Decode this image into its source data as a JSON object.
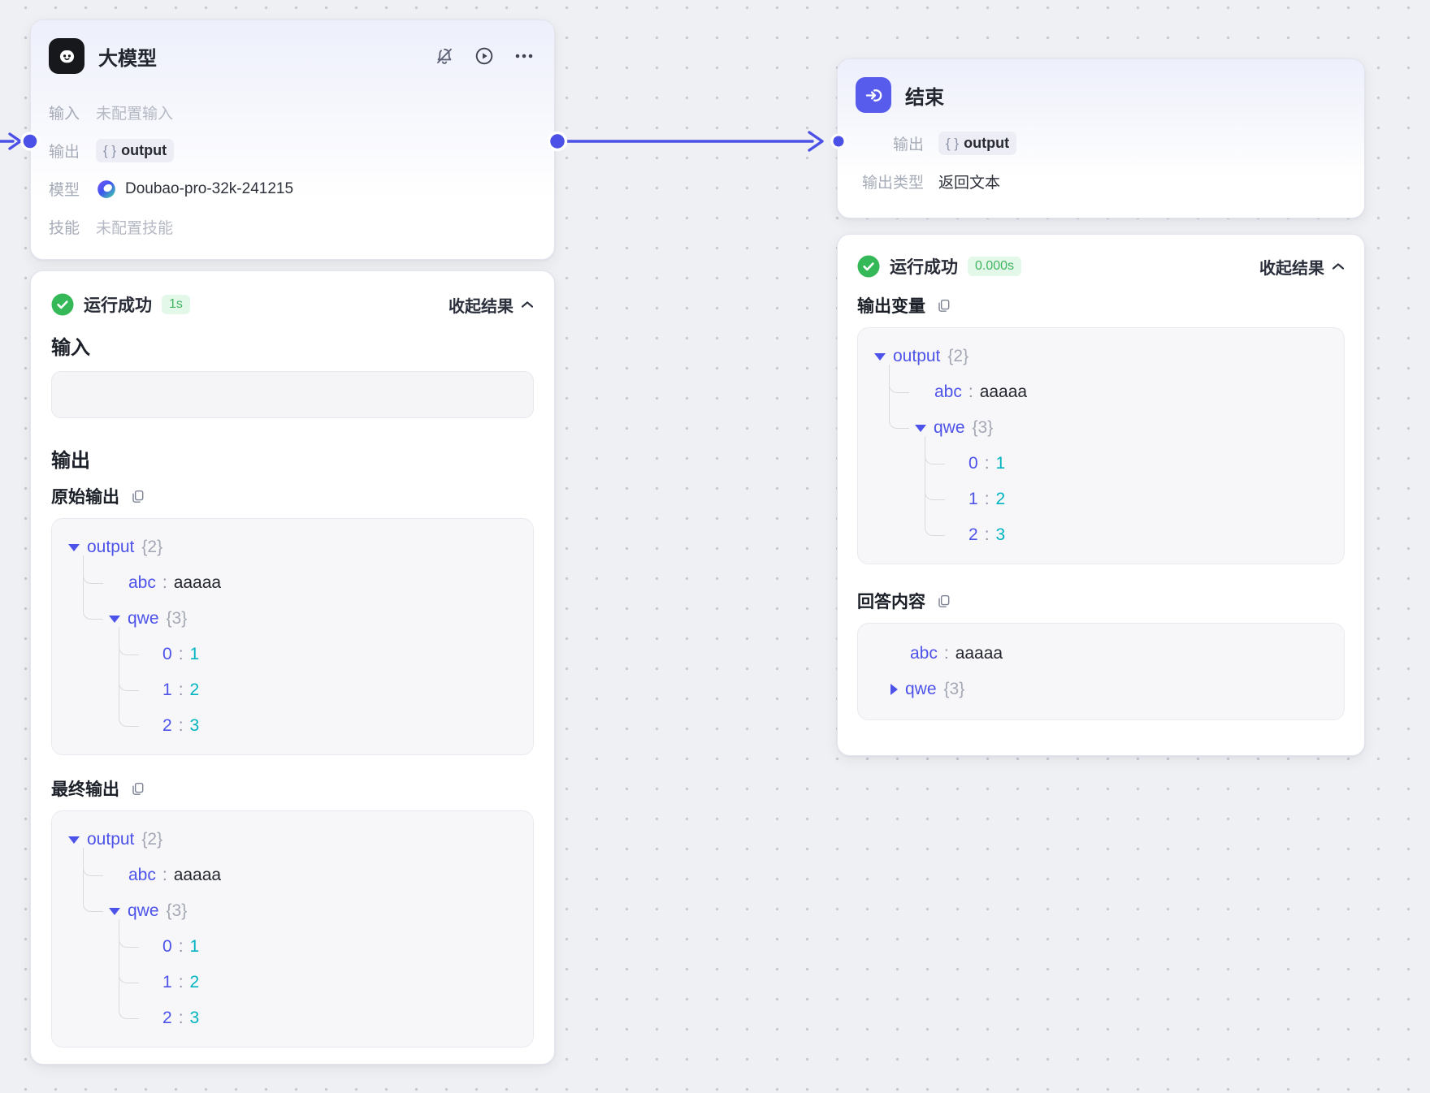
{
  "colors": {
    "accent": "#4b50e6",
    "key_indigo": "#4d53e8",
    "num_teal": "#00b3c0",
    "success_green": "#35b857",
    "badge_green_bg": "#e3f8e9",
    "canvas": "#eff0f3"
  },
  "llm_node": {
    "title": "大模型",
    "rows": [
      {
        "label": "输入",
        "value": "未配置输入",
        "muted": true
      },
      {
        "label": "输出",
        "badge": {
          "braces": "{ }",
          "text": "output"
        }
      },
      {
        "label": "模型",
        "icon": "doubao-model",
        "value": "Doubao-pro-32k-241215"
      },
      {
        "label": "技能",
        "value": "未配置技能",
        "muted": true
      }
    ]
  },
  "end_node": {
    "title": "结束",
    "rows": [
      {
        "label": "输出",
        "badge": {
          "braces": "{ }",
          "text": "output"
        }
      },
      {
        "label": "输出类型",
        "value": "返回文本"
      }
    ]
  },
  "llm_result": {
    "status_text": "运行成功",
    "duration": "1s",
    "collapse_label": "收起结果",
    "input_heading": "输入",
    "input_value": "",
    "output_heading": "输出",
    "sections": [
      {
        "label": "原始输出",
        "rows": [
          {
            "indent": 0,
            "caret": "down",
            "key": "output",
            "badge": "{2}"
          },
          {
            "indent": 1,
            "key": "abc",
            "value": "aaaaa",
            "vtype": "str",
            "conn": "mid"
          },
          {
            "indent": 1,
            "caret": "down",
            "key": "qwe",
            "badge": "{3}",
            "conn": "last"
          },
          {
            "indent": 2,
            "key": "0",
            "value": "1",
            "vtype": "num",
            "conn": "mid"
          },
          {
            "indent": 2,
            "key": "1",
            "value": "2",
            "vtype": "num",
            "conn": "mid"
          },
          {
            "indent": 2,
            "key": "2",
            "value": "3",
            "vtype": "num",
            "conn": "last"
          }
        ]
      },
      {
        "label": "最终输出",
        "rows": [
          {
            "indent": 0,
            "caret": "down",
            "key": "output",
            "badge": "{2}"
          },
          {
            "indent": 1,
            "key": "abc",
            "value": "aaaaa",
            "vtype": "str",
            "conn": "mid"
          },
          {
            "indent": 1,
            "caret": "down",
            "key": "qwe",
            "badge": "{3}",
            "conn": "last"
          },
          {
            "indent": 2,
            "key": "0",
            "value": "1",
            "vtype": "num",
            "conn": "mid"
          },
          {
            "indent": 2,
            "key": "1",
            "value": "2",
            "vtype": "num",
            "conn": "mid"
          },
          {
            "indent": 2,
            "key": "2",
            "value": "3",
            "vtype": "num",
            "conn": "last"
          }
        ]
      }
    ]
  },
  "end_result": {
    "status_text": "运行成功",
    "duration": "0.000s",
    "collapse_label": "收起结果",
    "sections": [
      {
        "label": "输出变量",
        "rows": [
          {
            "indent": 0,
            "caret": "down",
            "key": "output",
            "badge": "{2}"
          },
          {
            "indent": 1,
            "key": "abc",
            "value": "aaaaa",
            "vtype": "str",
            "conn": "mid"
          },
          {
            "indent": 1,
            "caret": "down",
            "key": "qwe",
            "badge": "{3}",
            "conn": "last"
          },
          {
            "indent": 2,
            "key": "0",
            "value": "1",
            "vtype": "num",
            "conn": "mid"
          },
          {
            "indent": 2,
            "key": "1",
            "value": "2",
            "vtype": "num",
            "conn": "mid"
          },
          {
            "indent": 2,
            "key": "2",
            "value": "3",
            "vtype": "num",
            "conn": "last"
          }
        ]
      },
      {
        "label": "回答内容",
        "answer": true,
        "rows": [
          {
            "flat": true,
            "indent": 1,
            "key": "abc",
            "value": "aaaaa",
            "vtype": "str"
          },
          {
            "flat": true,
            "indent": 0,
            "caret": "right",
            "key": "qwe",
            "badge": "{3}"
          }
        ]
      }
    ]
  }
}
